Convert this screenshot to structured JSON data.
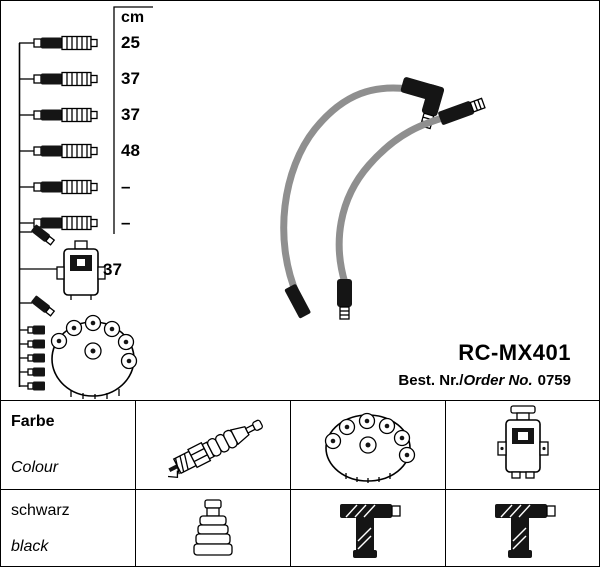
{
  "product": {
    "code": "RC-MX401",
    "order_label_de": "Best. Nr./",
    "order_label_en": "Order No.",
    "order_number": "0759"
  },
  "schematic": {
    "unit_header": "cm",
    "cable_lengths": [
      "25",
      "37",
      "37",
      "48",
      "–",
      "–"
    ],
    "coil_cable_length": "37"
  },
  "spec_table": {
    "color_row": {
      "de": "Farbe",
      "en": "Colour"
    },
    "value_row": {
      "de": "schwarz",
      "en": "black"
    }
  },
  "icons": {
    "row1": [
      "spark-plug-icon",
      "distributor-cap-icon",
      "ignition-coil-icon"
    ],
    "row2": [
      "plug-boot-icon",
      "elbow-boot-icon",
      "elbow-boot-icon"
    ]
  },
  "colors": {
    "wire_gray": "#8f8f8f",
    "ink": "#000000",
    "background": "#ffffff"
  }
}
